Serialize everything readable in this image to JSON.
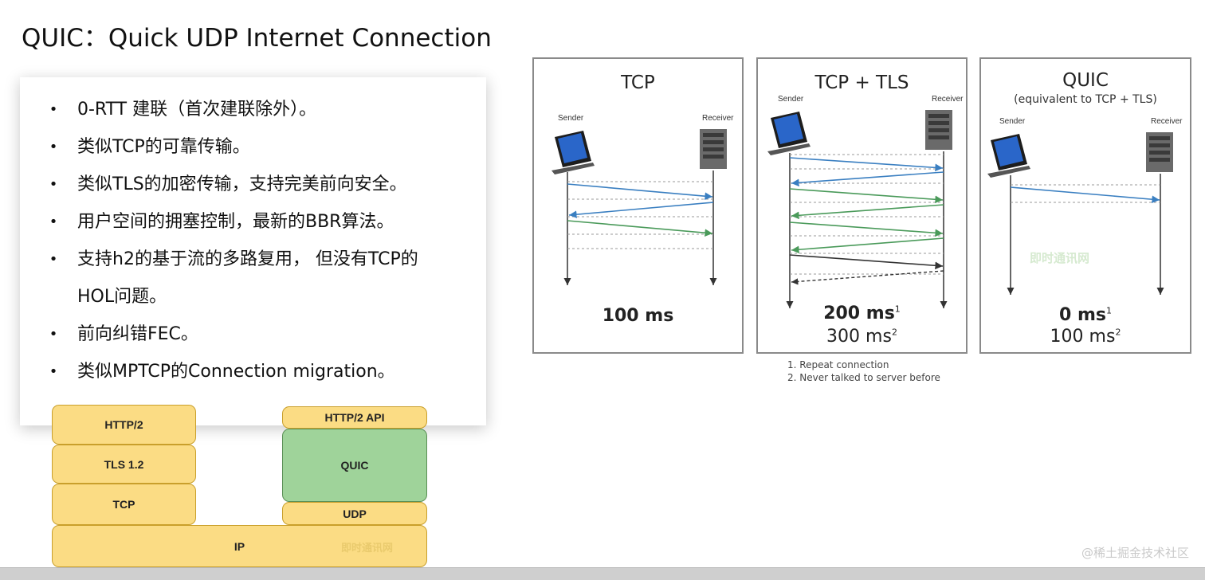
{
  "title": "QUIC：Quick UDP Internet Connection",
  "bullets": [
    "0-RTT 建联（首次建联除外）。",
    "类似TCP的可靠传输。",
    "类似TLS的加密传输，支持完美前向安全。",
    "用户空间的拥塞控制，最新的BBR算法。",
    "支持h2的基于流的多路复用， 但没有TCP的",
    "HOL问题。",
    "前向纠错FEC。",
    "类似MPTCP的Connection migration。"
  ],
  "bullet_symbol": "•",
  "stack_left": {
    "http2": "HTTP/2",
    "tls": "TLS 1.2",
    "tcp": "TCP"
  },
  "stack_right": {
    "http2api": "HTTP/2 API",
    "quic": "QUIC",
    "udp": "UDP"
  },
  "stack_ip": "IP",
  "watermark": "即时通讯网",
  "panels": {
    "tcp": {
      "title": "TCP",
      "sender": "Sender",
      "receiver": "Receiver",
      "ms1": "100 ms"
    },
    "tls": {
      "title": "TCP + TLS",
      "sender": "Sender",
      "receiver": "Receiver",
      "ms1": "200 ms",
      "sup1": "1",
      "ms2": "300 ms",
      "sup2": "2"
    },
    "quic": {
      "title": "QUIC",
      "subtitle": "(equivalent to TCP + TLS)",
      "sender": "Sender",
      "receiver": "Receiver",
      "ms1": "0 ms",
      "sup1": "1",
      "ms2": "100 ms",
      "sup2": "2"
    }
  },
  "footnotes": [
    "1. Repeat connection",
    "2. Never talked to server before"
  ],
  "corner_watermark": "@稀土掘金技术社区",
  "colors": {
    "tcp_arrow": "#3a7fc1",
    "tls_arrow": "#4a9a5a",
    "data_arrow": "#333333",
    "stack_yellow": "#fbdc84",
    "stack_green": "#9fd39a"
  }
}
